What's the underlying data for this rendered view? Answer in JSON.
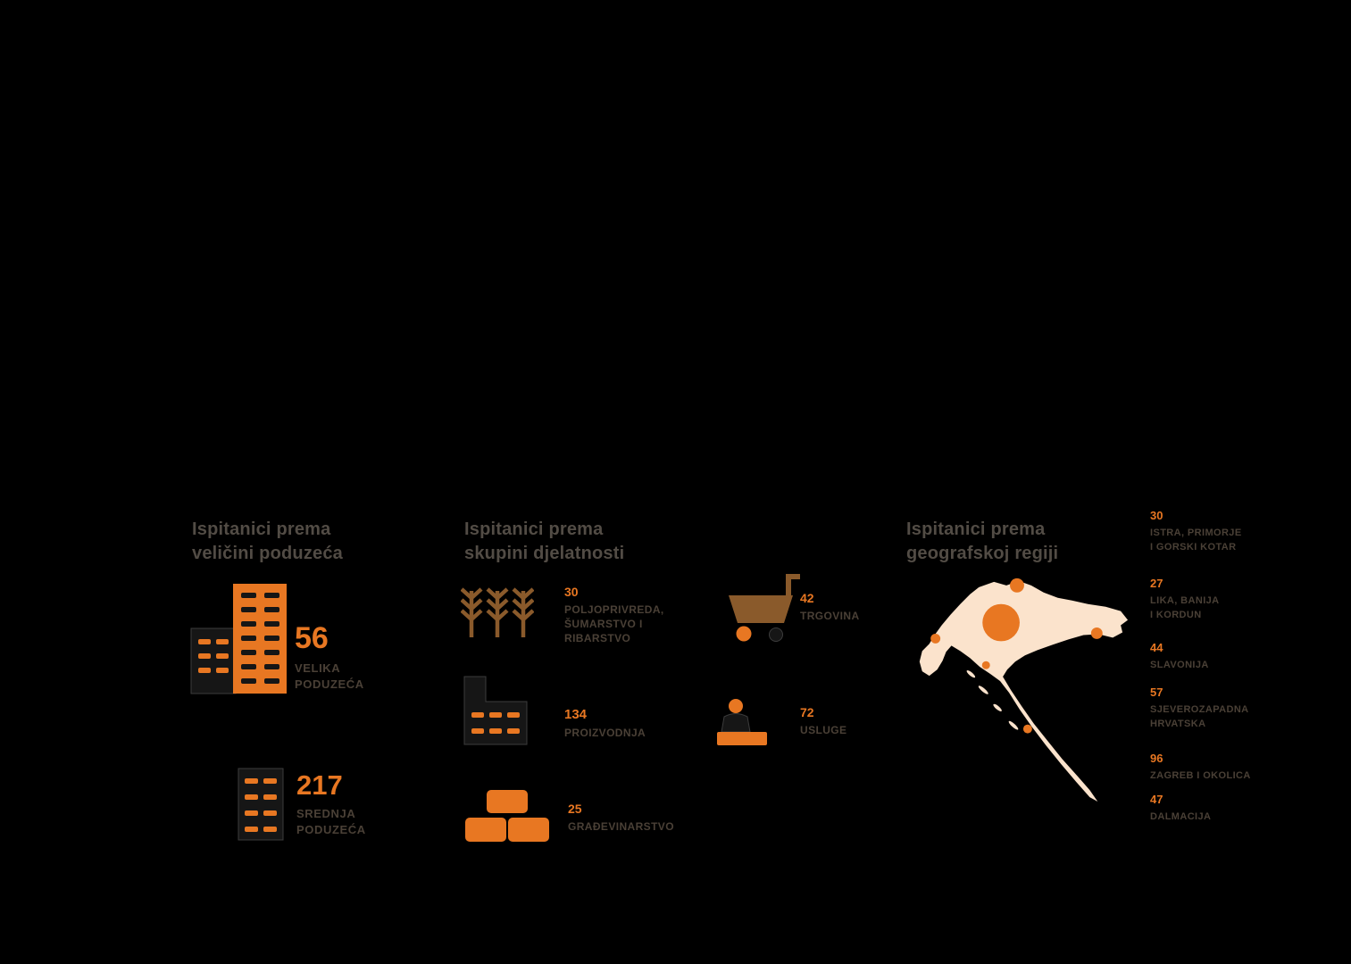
{
  "meta": {
    "background_color": "#000000",
    "accent_orange": "#e87722",
    "accent_brown": "#8a5a2b",
    "map_fill": "#fbe3cc",
    "title_color": "#524c45",
    "label_color": "#4a4036"
  },
  "sections": {
    "company_size": {
      "title_line1": "Ispitanici prema",
      "title_line2": "veličini poduzeća",
      "items": [
        {
          "value": "56",
          "label_line1": "VELIKA",
          "label_line2": "PODUZEĆA",
          "icon": "buildings-icon"
        },
        {
          "value": "217",
          "label_line1": "SREDNJA",
          "label_line2": "PODUZEĆA",
          "icon": "building-icon"
        }
      ]
    },
    "activities": {
      "title_line1": "Ispitanici prema",
      "title_line2": "skupini djelatnosti",
      "items": [
        {
          "value": "30",
          "label": "POLJOPRIVREDA, ŠUMARSTVO I RIBARSTVO",
          "icon": "trees-icon"
        },
        {
          "value": "134",
          "label": "PROIZVODNJA",
          "icon": "factory-icon"
        },
        {
          "value": "25",
          "label": "GRAĐEVINARSTVO",
          "icon": "bricks-icon"
        },
        {
          "value": "42",
          "label": "TRGOVINA",
          "icon": "cart-icon"
        },
        {
          "value": "72",
          "label": "USLUGE",
          "icon": "person-desk-icon"
        }
      ]
    },
    "regions": {
      "title_line1": "Ispitanici prema",
      "title_line2": "geografskoj regiji",
      "map_icon": "croatia-map",
      "items": [
        {
          "value": "30",
          "label_line1": "ISTRA, PRIMORJE",
          "label_line2": "I GORSKI KOTAR"
        },
        {
          "value": "27",
          "label_line1": "LIKA, BANIJA",
          "label_line2": "I KORDUN"
        },
        {
          "value": "44",
          "label_line1": "SLAVONIJA",
          "label_line2": ""
        },
        {
          "value": "57",
          "label_line1": "SJEVEROZAPADNA",
          "label_line2": "HRVATSKA"
        },
        {
          "value": "96",
          "label_line1": "ZAGREB I OKOLICA",
          "label_line2": ""
        },
        {
          "value": "47",
          "label_line1": "DALMACIJA",
          "label_line2": ""
        }
      ]
    }
  },
  "chart_data": [
    {
      "type": "pictogram",
      "title": "Ispitanici prema veličini poduzeća",
      "categories": [
        "Velika poduzeća",
        "Srednja poduzeća"
      ],
      "values": [
        56,
        217
      ]
    },
    {
      "type": "pictogram",
      "title": "Ispitanici prema skupini djelatnosti",
      "categories": [
        "Poljoprivreda, šumarstvo i ribarstvo",
        "Proizvodnja",
        "Građevinarstvo",
        "Trgovina",
        "Usluge"
      ],
      "values": [
        30,
        134,
        25,
        42,
        72
      ]
    },
    {
      "type": "map-bubbles",
      "title": "Ispitanici prema geografskoj regiji",
      "categories": [
        "Istra, Primorje i Gorski kotar",
        "Lika, Banija i Kordun",
        "Slavonija",
        "Sjeverozapadna Hrvatska",
        "Zagreb i okolica",
        "Dalmacija"
      ],
      "values": [
        30,
        27,
        44,
        57,
        96,
        47
      ]
    }
  ]
}
